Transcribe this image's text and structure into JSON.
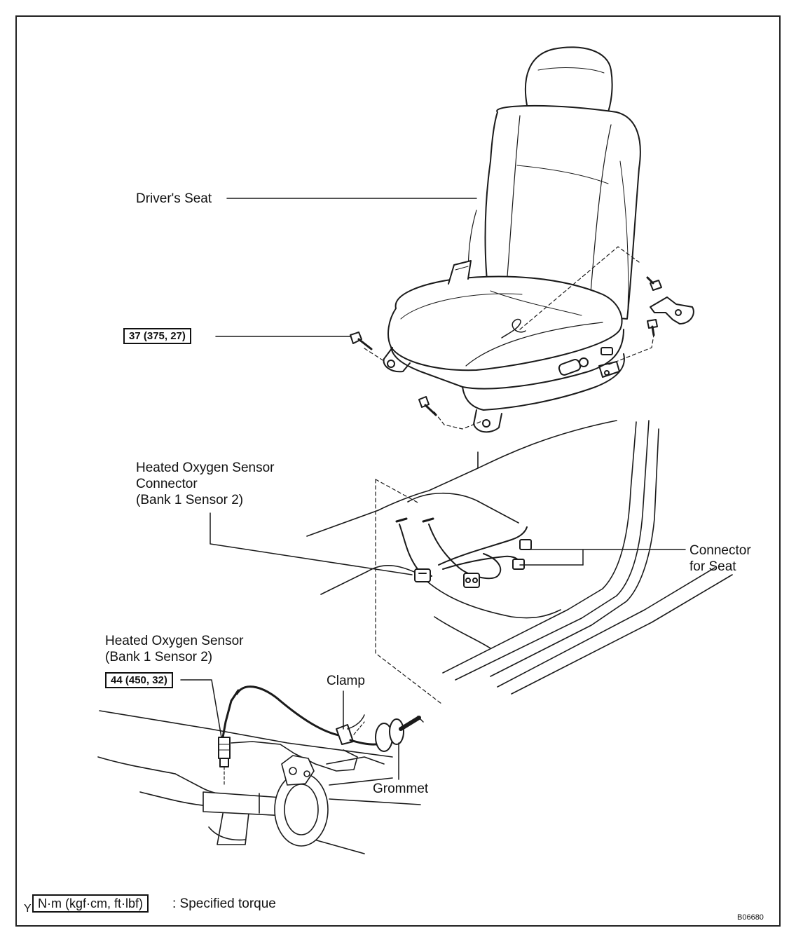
{
  "labels": {
    "drivers_seat": "Driver's Seat",
    "ho2s_connector": [
      "Heated Oxygen Sensor",
      "Connector",
      "(Bank 1 Sensor 2)"
    ],
    "connector_for_seat": [
      "Connector",
      "for Seat"
    ],
    "ho2s": [
      "Heated Oxygen Sensor",
      "(Bank 1 Sensor 2)"
    ],
    "clamp": "Clamp",
    "grommet": "Grommet"
  },
  "torques": {
    "seat_bolt": "37 (375, 27)",
    "sensor": "44 (450, 32)"
  },
  "legend": {
    "marker": "Y",
    "unit_box": "N·m (kgf·cm, ft·lbf)",
    "text": ": Specified torque"
  },
  "figure_code": "B06680"
}
